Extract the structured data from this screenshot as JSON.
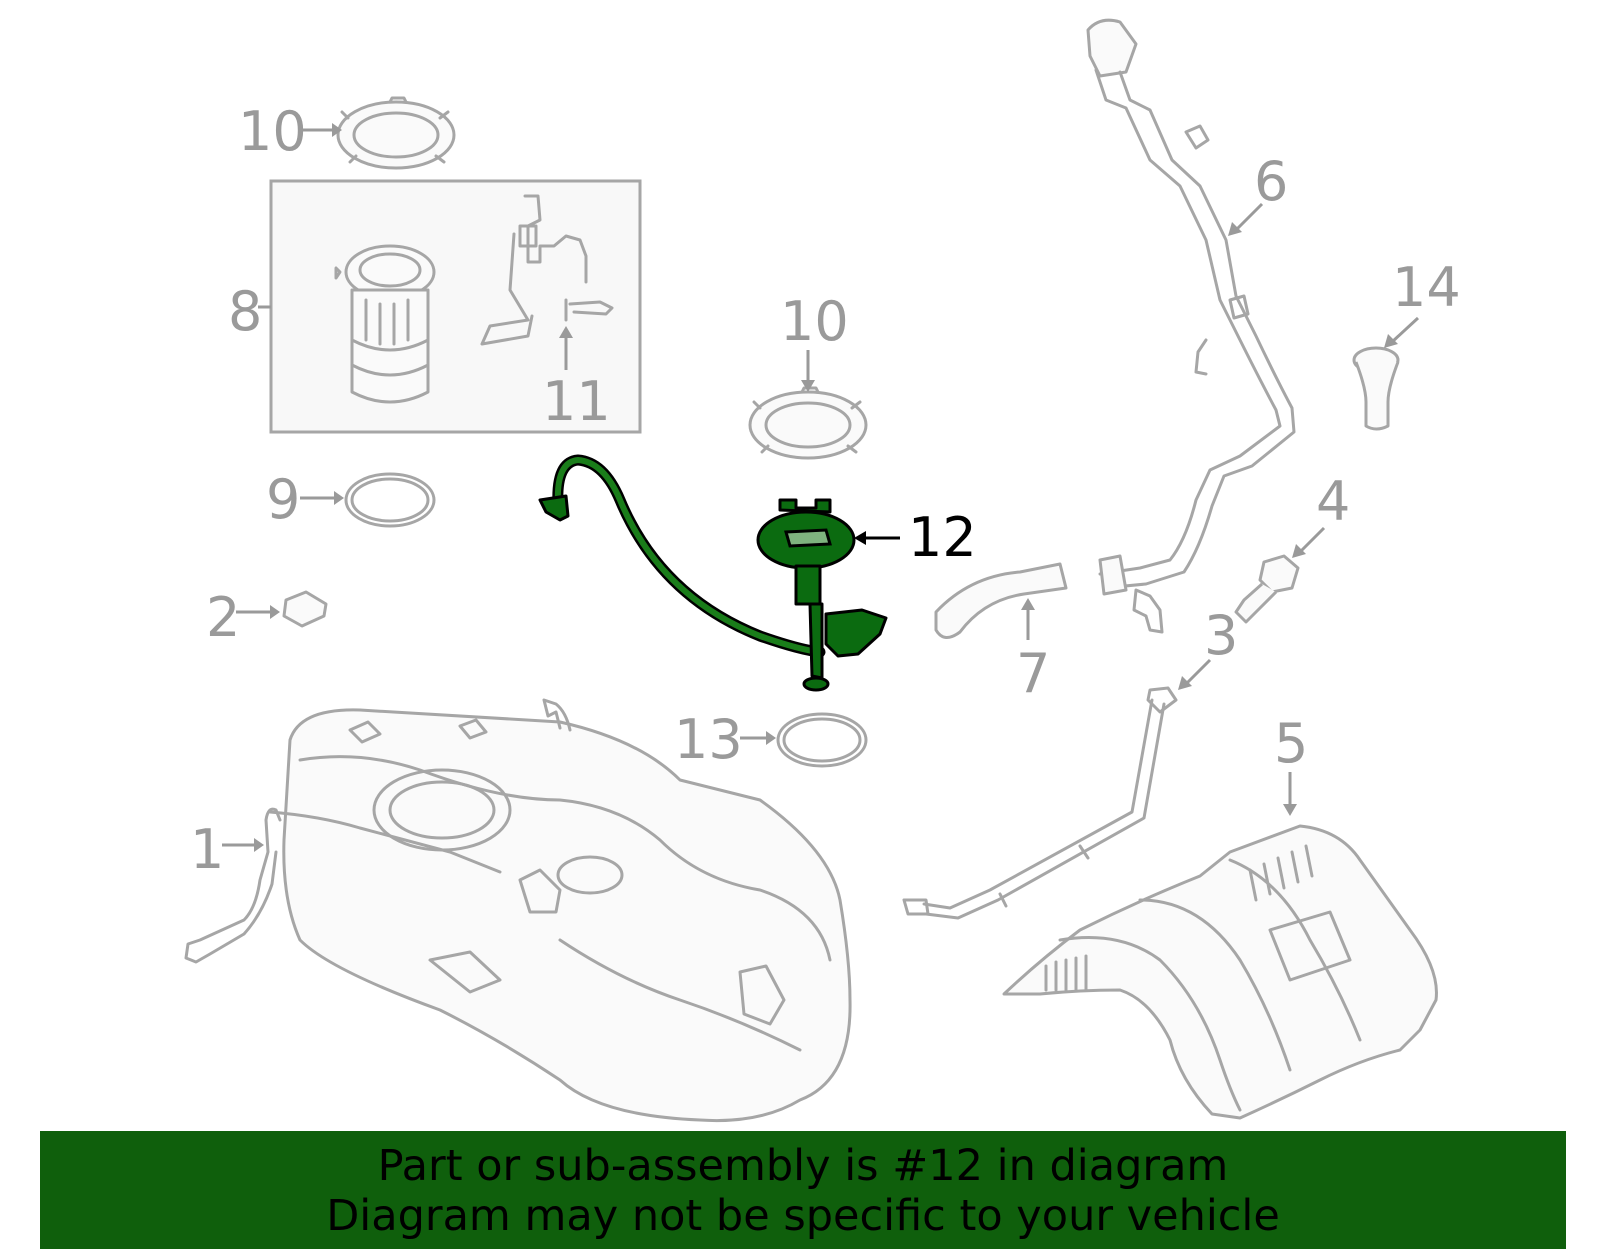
{
  "callouts": {
    "c1": "1",
    "c2": "2",
    "c3": "3",
    "c4": "4",
    "c5": "5",
    "c6": "6",
    "c7": "7",
    "c8": "8",
    "c9": "9",
    "c10a": "10",
    "c10b": "10",
    "c11": "11",
    "c12": "12",
    "c13": "13",
    "c14": "14"
  },
  "highlighted_part": "12",
  "colors": {
    "highlight_fill": "#0b6b10",
    "banner_bg": "#0f5f0c",
    "part_gray": "#a6a6a6"
  },
  "banner": {
    "line1": "Part or sub-assembly is #12 in diagram",
    "line2": "Diagram may not be specific to your vehicle"
  }
}
